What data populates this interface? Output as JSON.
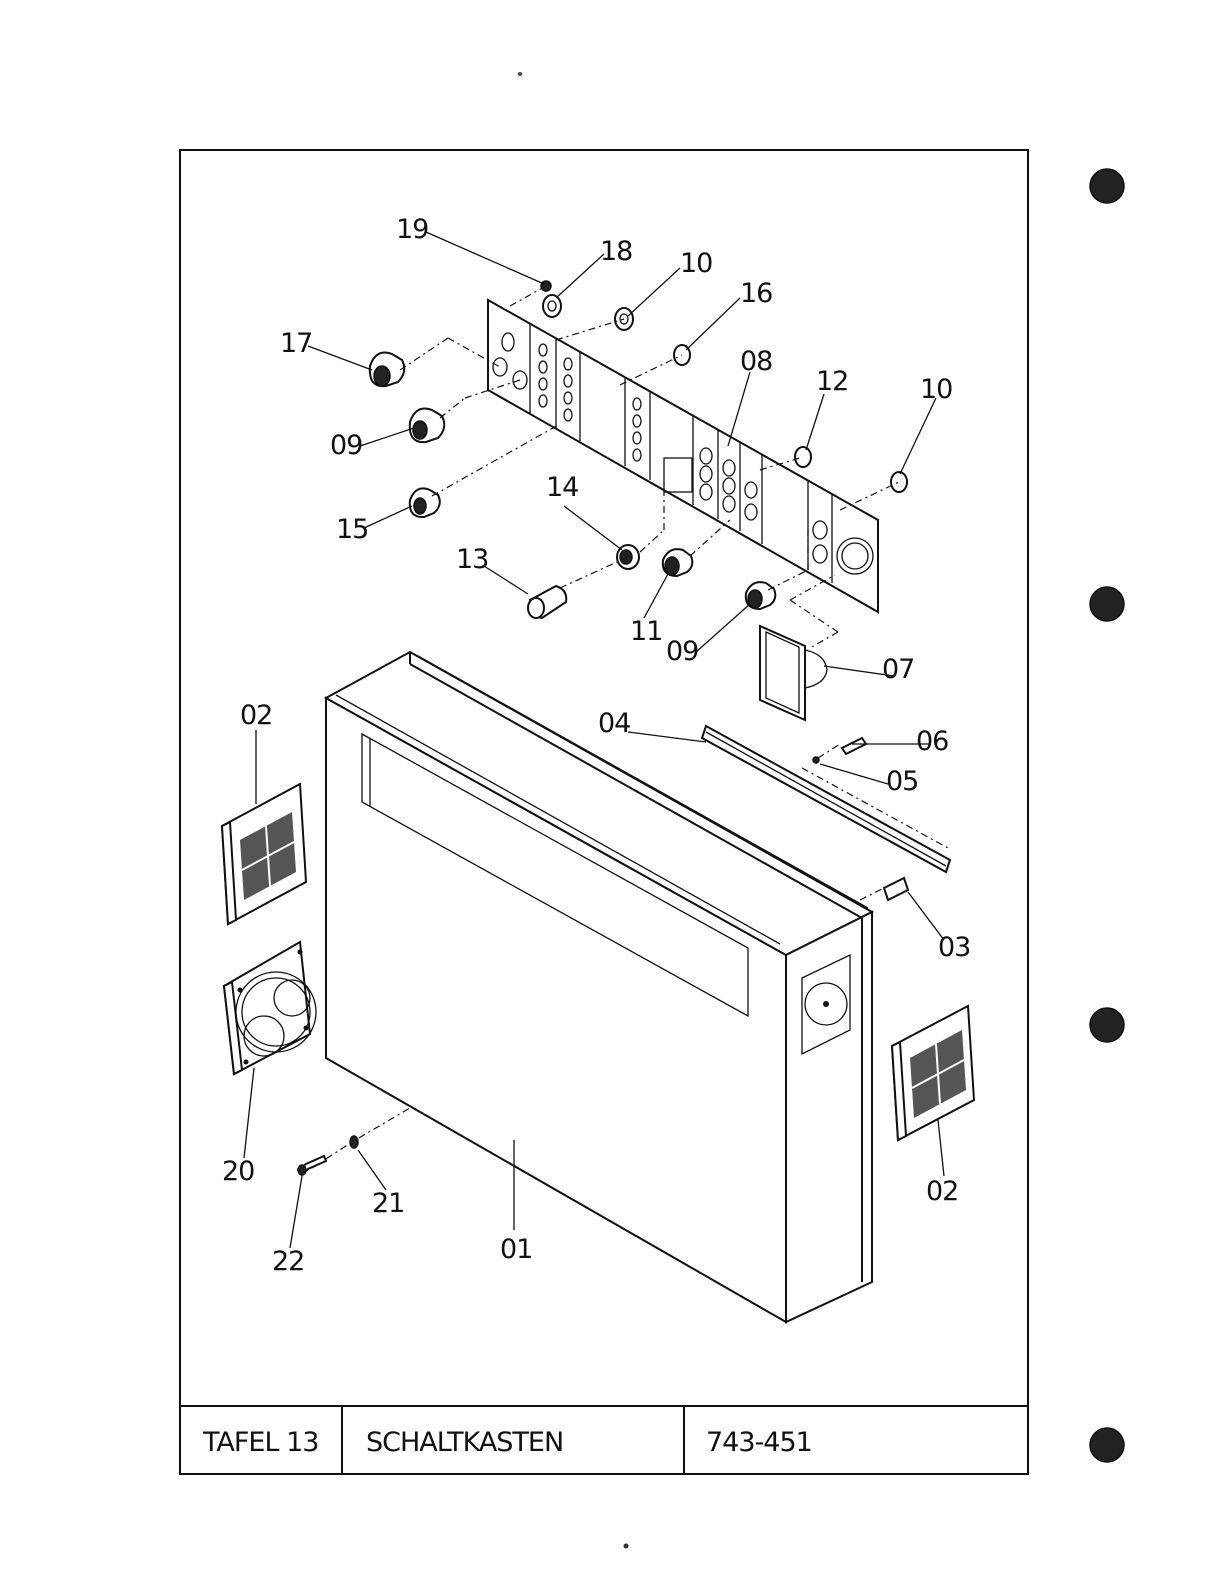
{
  "title_block": {
    "plate": "TAFEL 13",
    "name": "SCHALTKASTEN",
    "number": "743-451"
  },
  "callouts": {
    "c19": "19",
    "c18": "18",
    "c10a": "10",
    "c16": "16",
    "c17": "17",
    "c08": "08",
    "c12": "12",
    "c10b": "10",
    "c09a": "09",
    "c14": "14",
    "c15": "15",
    "c13": "13",
    "c11": "11",
    "c09b": "09",
    "c07": "07",
    "c02a": "02",
    "c04": "04",
    "c06": "06",
    "c05": "05",
    "c03": "03",
    "c20": "20",
    "c21": "21",
    "c02b": "02",
    "c22": "22",
    "c01": "01"
  },
  "colors": {
    "ink": "#111111",
    "paper": "#ffffff"
  }
}
